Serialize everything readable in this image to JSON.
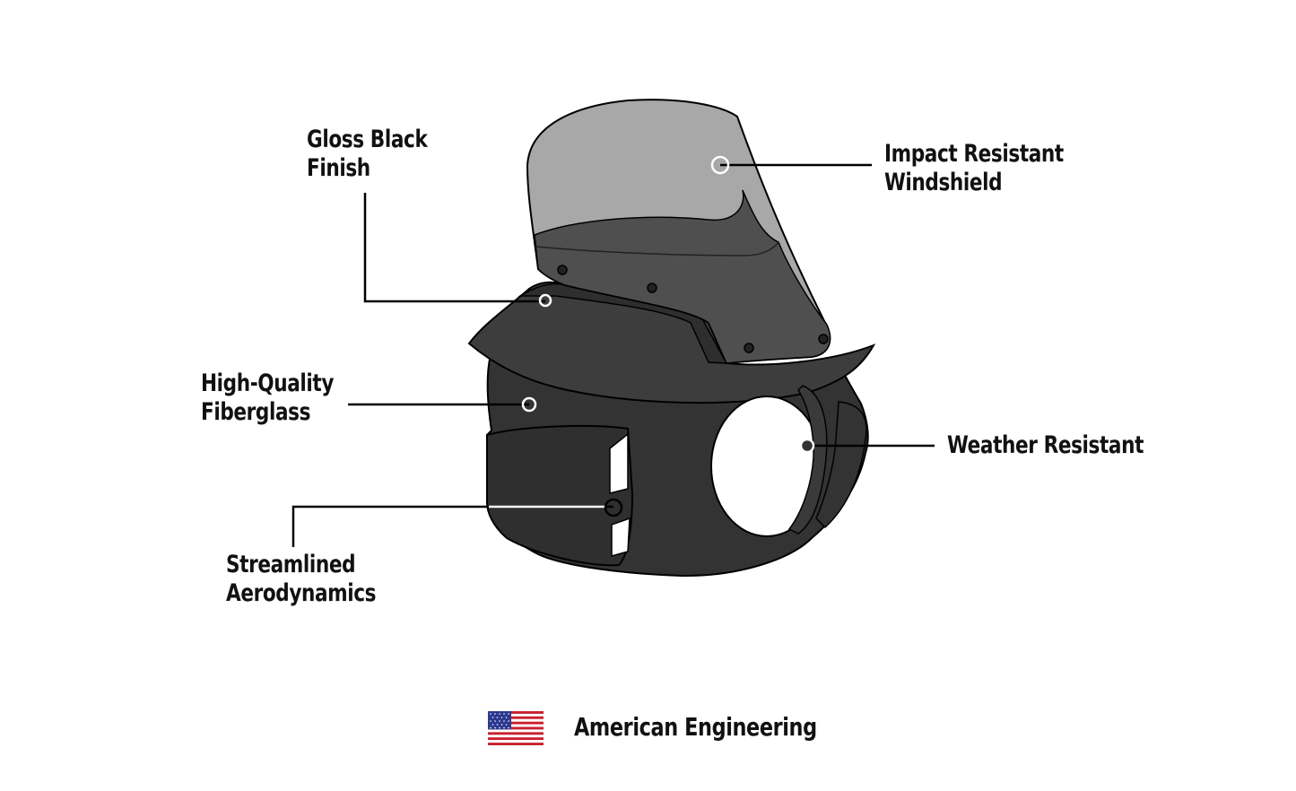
{
  "callouts": {
    "gloss_black": {
      "line1": "Gloss Black",
      "line2": "Finish"
    },
    "impact_windshield": {
      "line1": "Impact Resistant",
      "line2": "Windshield"
    },
    "fiberglass": {
      "line1": "High-Quality",
      "line2": "Fiberglass"
    },
    "weather": {
      "line1": "Weather Resistant"
    },
    "aero": {
      "line1": "Streamlined",
      "line2": "Aerodynamics"
    }
  },
  "footer": {
    "text": "American Engineering",
    "flag_icon": "us-flag-icon"
  },
  "colors": {
    "fairing_body": "#333333",
    "fairing_top": "#404040",
    "windshield_light": "#a6a6a6",
    "windshield_dark": "#4d4d4d",
    "flag_red": "#c8202f",
    "flag_blue": "#2b3a8f"
  }
}
